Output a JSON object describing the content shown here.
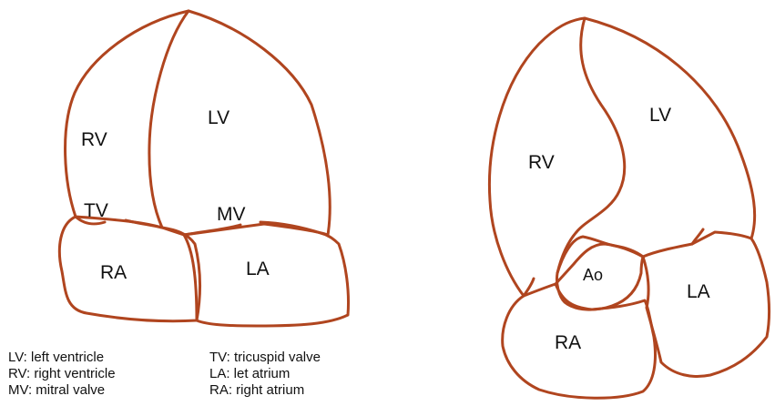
{
  "colors": {
    "outline": "#b0451f",
    "text": "#111111",
    "background": "#ffffff"
  },
  "left_diagram": {
    "labels": {
      "rv": "RV",
      "lv": "LV",
      "tv": "TV",
      "mv": "MV",
      "ra": "RA",
      "la": "LA"
    }
  },
  "right_diagram": {
    "labels": {
      "rv": "RV",
      "lv": "LV",
      "ao": "Ao",
      "ra": "RA",
      "la": "LA"
    }
  },
  "legend": [
    {
      "text": "LV: left ventricle"
    },
    {
      "text": "RV: right ventricle"
    },
    {
      "text": "MV: mitral valve"
    },
    {
      "text": "TV: tricuspid valve"
    },
    {
      "text": "LA: let atrium"
    },
    {
      "text": "RA: right atrium"
    }
  ]
}
